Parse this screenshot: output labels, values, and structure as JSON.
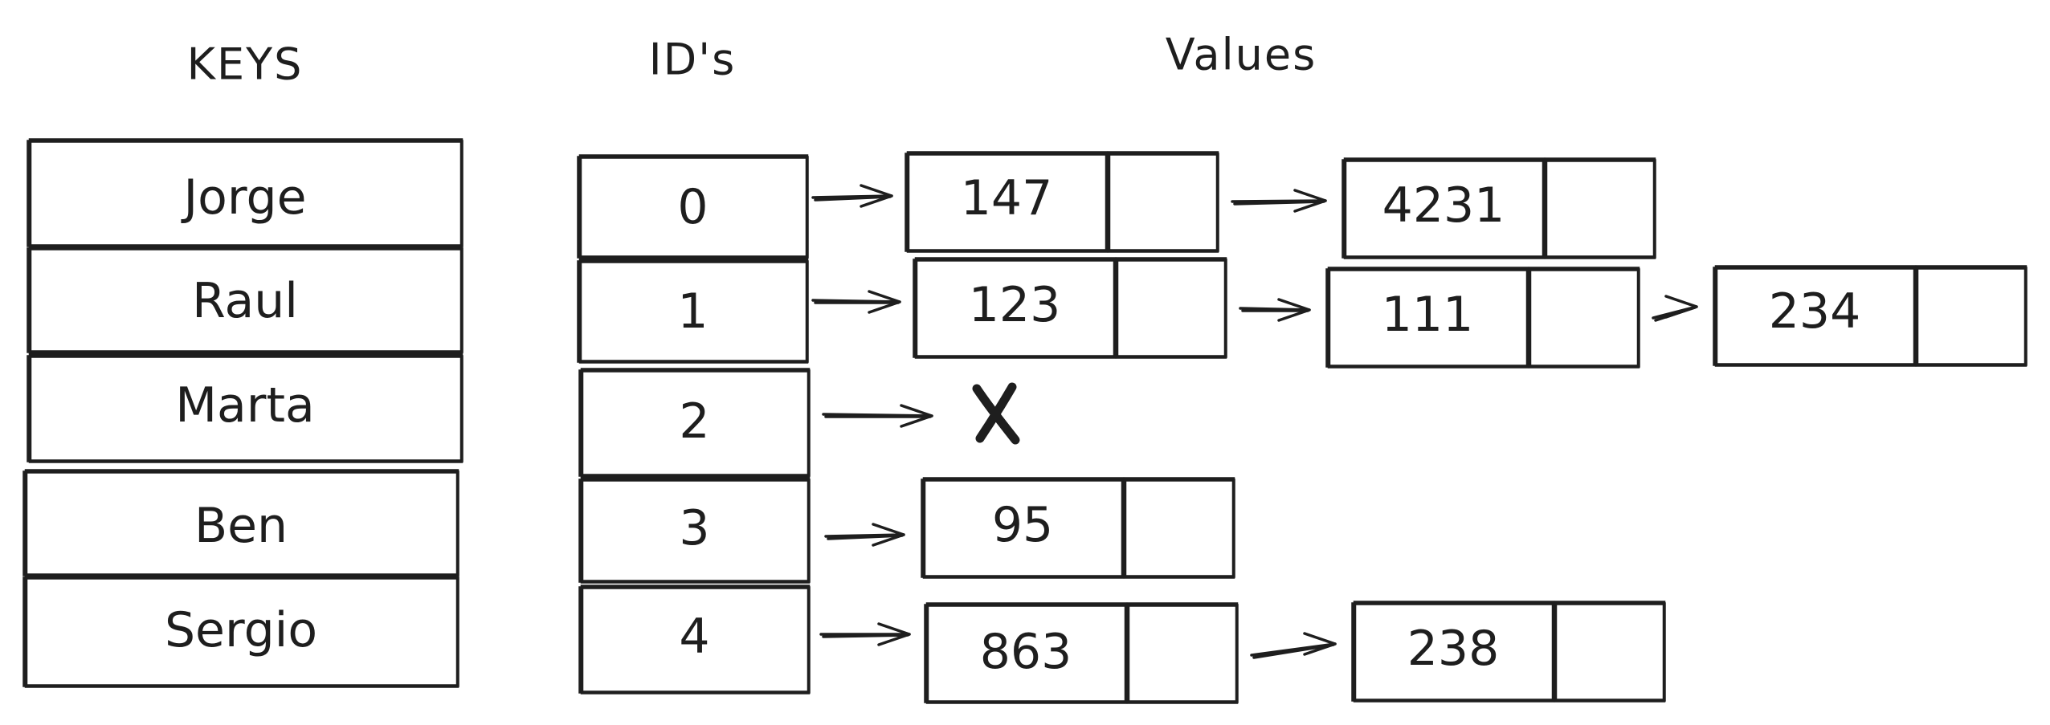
{
  "headers": {
    "keys": "KEYS",
    "ids": "ID's",
    "values": "Values"
  },
  "keys": [
    "Jorge",
    "Raul",
    "Marta",
    "Ben",
    "Sergio"
  ],
  "ids": [
    "0",
    "1",
    "2",
    "3",
    "4"
  ],
  "chains": [
    [
      "147",
      "4231"
    ],
    [
      "123",
      "111",
      "234"
    ],
    [],
    [
      "95"
    ],
    [
      "863",
      "238"
    ]
  ],
  "empty_marker": "X",
  "colors": {
    "stroke": "#1e1e1e",
    "background": "#ffffff"
  }
}
